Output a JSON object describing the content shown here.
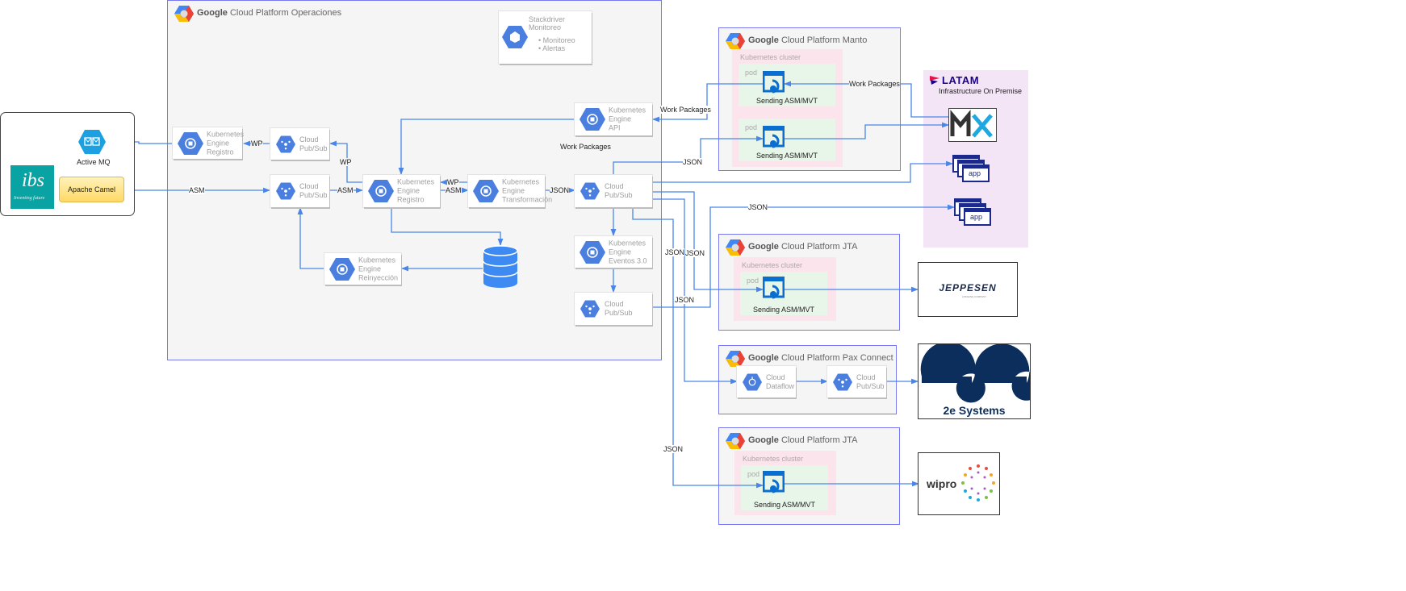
{
  "colors": {
    "edge": "#4a86e8",
    "region_border": "#7a7af0",
    "gcp_blue": "#4a7fe0",
    "cluster_bg": "#fce4ec",
    "pod_bg": "#e8f5e9",
    "latam_bg": "#f3e5f5",
    "ibs_teal": "#0aa3a3",
    "camel_yellow": "#ffe08a",
    "twoe_navy": "#0b2e5c"
  },
  "left_system": {
    "activemq_label": "Active MQ",
    "camel_label": "Apache Camel",
    "ibs_logo_text": "ibs",
    "ibs_tagline": "Inventing future"
  },
  "regions": {
    "operaciones": {
      "brand": "Google",
      "title": "Cloud Platform Operaciones"
    },
    "manto": {
      "brand": "Google",
      "title": "Cloud Platform Manto"
    },
    "jta1": {
      "brand": "Google",
      "title": "Cloud Platform JTA"
    },
    "pax": {
      "brand": "Google",
      "title": "Cloud Platform Pax Connect"
    },
    "jta2": {
      "brand": "Google",
      "title": "Cloud Platform JTA"
    }
  },
  "nodes": {
    "stackdriver": {
      "lines": [
        "Stackdriver",
        "Monitoreo"
      ],
      "bullets": [
        "Monitoreo",
        "Alertas"
      ]
    },
    "k8s_registro_left": {
      "lines": [
        "Kubernetes",
        "Engine",
        "Registro"
      ]
    },
    "pubsub_top": {
      "lines": [
        "Cloud",
        "Pub/Sub"
      ]
    },
    "pubsub_mid": {
      "lines": [
        "Cloud",
        "Pub/Sub"
      ]
    },
    "k8s_registro_center": {
      "lines": [
        "Kubernetes",
        "Engine",
        "Registro"
      ]
    },
    "k8s_transformacion": {
      "lines": [
        "Kubernetes",
        "Engine",
        "Transformación"
      ]
    },
    "k8s_api": {
      "lines": [
        "Kubernetes",
        "Engine",
        "API"
      ]
    },
    "pubsub_main": {
      "lines": [
        "Cloud",
        "Pub/Sub"
      ]
    },
    "k8s_eventos": {
      "lines": [
        "Kubernetes",
        "Engine",
        "Eventos 3.0"
      ]
    },
    "pubsub_lower": {
      "lines": [
        "Cloud",
        "Pub/Sub"
      ]
    },
    "k8s_reinyeccion": {
      "lines": [
        "Kubernetes",
        "Engine",
        "Reinyección"
      ]
    },
    "dataflow": {
      "lines": [
        "Cloud",
        "Dataflow"
      ]
    },
    "pubsub_pax": {
      "lines": [
        "Cloud",
        "Pub/Sub"
      ]
    }
  },
  "clusters": {
    "label": "Kubernetes cluster",
    "pod_label": "pod",
    "service_label": "Sending ASM/MVT"
  },
  "latam": {
    "brand": "LATAM",
    "subtitle": "Infrastructure On Premise",
    "mx_label": "MX",
    "app_label": "app"
  },
  "externals": {
    "jeppesen": "JEPPESEN",
    "jeppesen_sub": "A BOEING COMPANY",
    "twoe": "2e Systems",
    "wipro": "wipro"
  },
  "edge_labels": {
    "asm_in": "ASM",
    "wp_left": "WP",
    "wp_up": "WP",
    "asm_mid": "ASM",
    "wp_back": "WP",
    "asm_fwd": "ASM",
    "json_fwd": "JSON",
    "work_packages_api": "Work Packages",
    "work_packages_mid": "Work Packages",
    "work_packages_latam": "Work Packages",
    "json_manto": "JSON",
    "json_app2": "JSON",
    "json_v1": "JSON",
    "json_v2": "JSON",
    "json_lower": "JSON",
    "json_wipro": "JSON"
  }
}
